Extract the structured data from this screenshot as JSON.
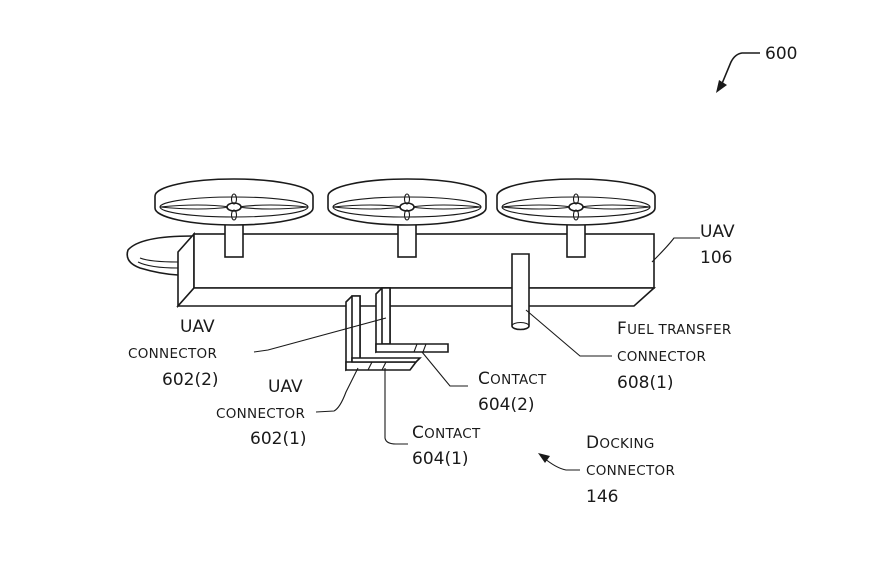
{
  "figure": {
    "ref_number": "600",
    "colors": {
      "ink": "#1a1a1a",
      "background": "#ffffff"
    }
  },
  "labels": {
    "uav": {
      "line1": "UAV",
      "line2": "106"
    },
    "uav_connector_2": {
      "line1": "UAV",
      "line2": "CONNECTOR",
      "line3": "602(2)"
    },
    "uav_connector_1": {
      "line1": "UAV",
      "line2": "CONNECTOR",
      "line3": "602(1)"
    },
    "contact_2": {
      "line1_cap": "C",
      "line1_rest": "ONTACT",
      "line2": "604(2)"
    },
    "contact_1": {
      "line1_cap": "C",
      "line1_rest": "ONTACT",
      "line2": "604(1)"
    },
    "fuel_transfer": {
      "line1_cap": "F",
      "line1_rest": "UEL TRANSFER",
      "line2": "CONNECTOR",
      "line3": "608(1)"
    },
    "docking": {
      "line1_cap": "D",
      "line1_rest": "OCKING",
      "line2": "CONNECTOR",
      "line3": "146"
    }
  }
}
